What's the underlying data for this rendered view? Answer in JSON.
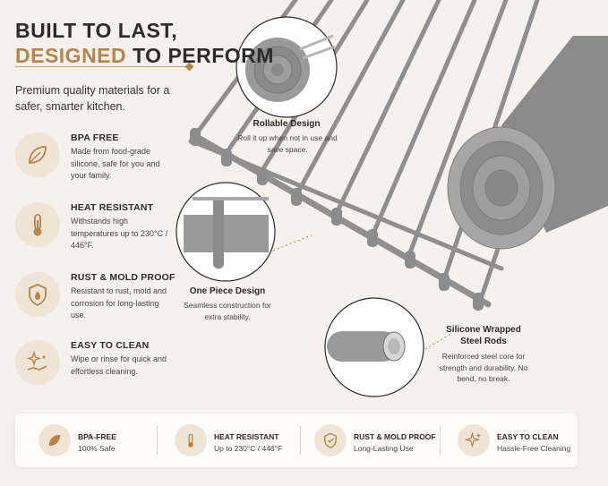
{
  "headline": {
    "line1": "BUILT TO LAST,",
    "line2_accent": "DESIGNED",
    "line2_rest": "TO PERFORM"
  },
  "intro": "Premium quality materials for a safer, smarter kitchen.",
  "features": [
    {
      "icon": "leaf-icon",
      "title": "BPA FREE",
      "desc": "Made from food-grade silicone, safe for you and your family."
    },
    {
      "icon": "thermometer-icon",
      "title": "HEAT RESISTANT",
      "desc": "Withstands high temperatures up to 230°C / 446°F."
    },
    {
      "icon": "droplet-shield-icon",
      "title": "RUST & MOLD PROOF",
      "desc": "Resistant to rust, mold and corrosion for long-lasting use."
    },
    {
      "icon": "sparkle-hand-icon",
      "title": "EASY TO CLEAN",
      "desc": "Wipe or rinse for quick and effortless cleaning."
    }
  ],
  "callouts": {
    "rollable": {
      "title": "Rollable Design",
      "desc": "Roll it up when not in use and save space."
    },
    "one_piece": {
      "title": "One Piece Design",
      "desc": "Seamless construction for extra stability."
    },
    "silicone": {
      "title": "Silicone Wrapped Steel Rods",
      "title_l1": "Silicone Wrapped",
      "title_l2": "Steel Rods",
      "desc": "Reinforced steel core for strength and durability. No bend, no break."
    }
  },
  "bottom_bar": [
    {
      "icon": "leaf-icon",
      "title": "BPA-FREE",
      "sub": "100% Safe"
    },
    {
      "icon": "thermometer-icon",
      "title": "HEAT RESISTANT",
      "sub": "Up to 230°C / 446°F"
    },
    {
      "icon": "shield-check-icon",
      "title": "RUST & MOLD PROOF",
      "sub": "Long-Lasting Use"
    },
    {
      "icon": "sparkle-icon",
      "title": "EASY TO CLEAN",
      "sub": "Hassle-Free Cleaning"
    }
  ],
  "colors": {
    "accent": "#b58549",
    "background": "#f6f1ec",
    "product_gray": "#8c8c8c"
  }
}
